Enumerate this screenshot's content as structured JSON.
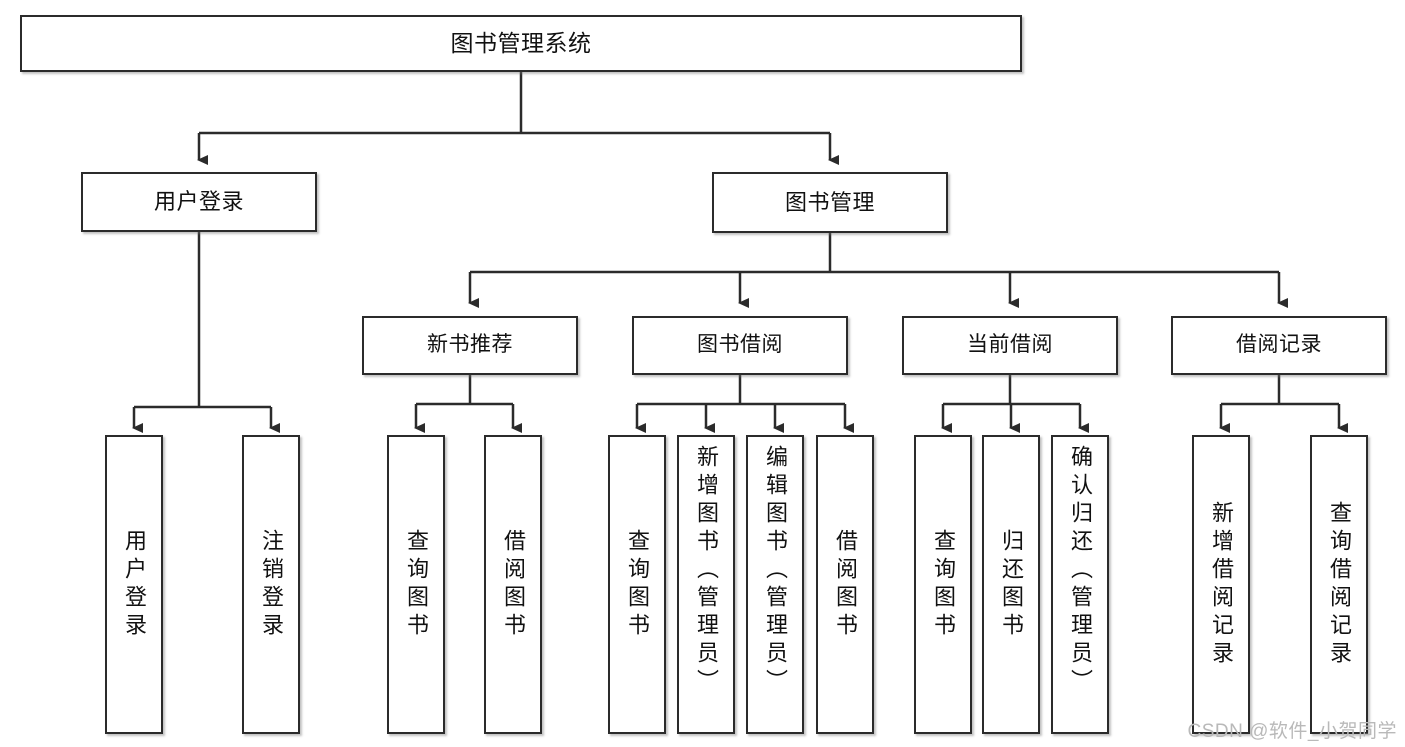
{
  "diagram": {
    "title": "图书管理系统",
    "type": "hierarchy-tree",
    "watermark": "CSDN @软件_小贺同学",
    "colors": {
      "box_border": "#2b2b2b",
      "box_fill": "#ffffff",
      "edge": "#2b2b2b",
      "text": "#111111",
      "watermark": "#b9b9b9"
    },
    "nodes": {
      "root": {
        "label": "图书管理系统"
      },
      "level2": [
        {
          "label": "用户登录"
        },
        {
          "label": "图书管理"
        }
      ],
      "level3": [
        {
          "label": "新书推荐"
        },
        {
          "label": "图书借阅"
        },
        {
          "label": "当前借阅"
        },
        {
          "label": "借阅记录"
        }
      ],
      "leaves": {
        "user_login": [
          {
            "label": "用户登录"
          },
          {
            "label": "注销登录"
          }
        ],
        "new_book_recommend": [
          {
            "label": "查询图书"
          },
          {
            "label": "借阅图书"
          }
        ],
        "book_borrow": [
          {
            "label": "查询图书"
          },
          {
            "label": "新增图书（管理员）"
          },
          {
            "label": "编辑图书（管理员）"
          },
          {
            "label": "借阅图书"
          }
        ],
        "current_borrow": [
          {
            "label": "查询图书"
          },
          {
            "label": "归还图书"
          },
          {
            "label": "确认归还（管理员）"
          }
        ],
        "borrow_record": [
          {
            "label": "新增借阅记录"
          },
          {
            "label": "查询借阅记录"
          }
        ]
      }
    }
  }
}
